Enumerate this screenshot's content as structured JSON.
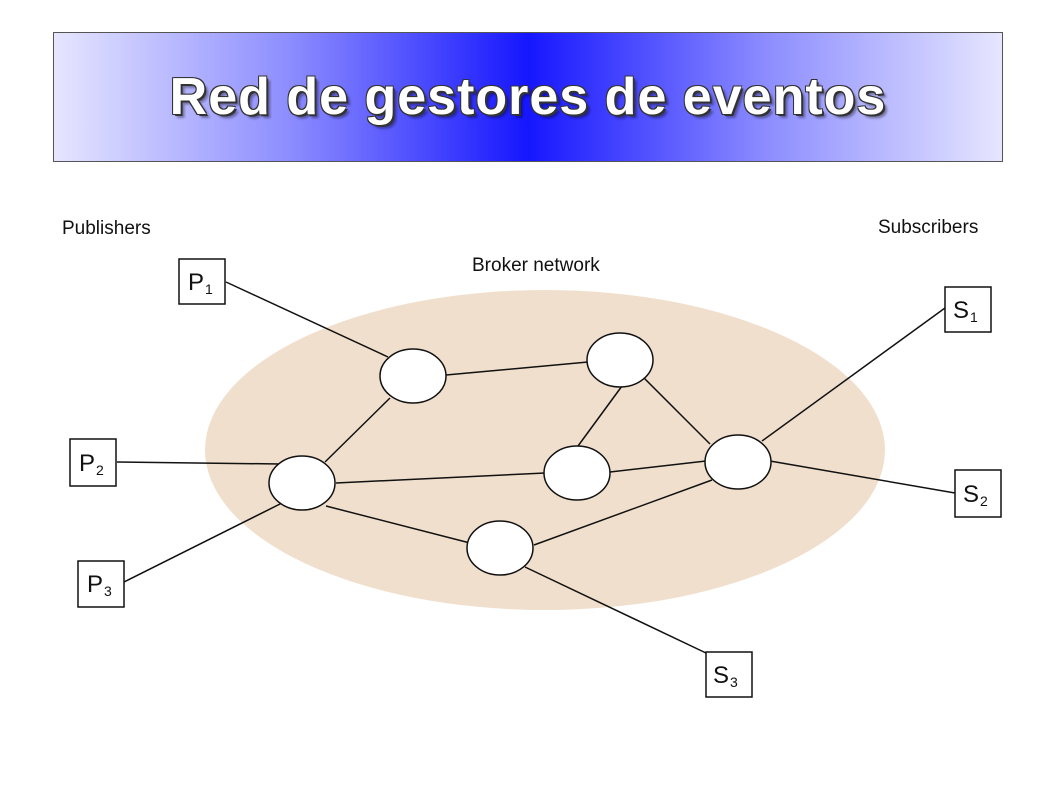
{
  "slide": {
    "title": "Red de gestores de eventos"
  },
  "diagram": {
    "labels": {
      "publishers": "Publishers",
      "subscribers": "Subscribers",
      "broker_network": "Broker network"
    },
    "publishers": [
      {
        "letter": "P",
        "index": "1"
      },
      {
        "letter": "P",
        "index": "2"
      },
      {
        "letter": "P",
        "index": "3"
      }
    ],
    "subscribers": [
      {
        "letter": "S",
        "index": "1"
      },
      {
        "letter": "S",
        "index": "2"
      },
      {
        "letter": "S",
        "index": "3"
      }
    ],
    "colors": {
      "cloud": "#f0dfcc",
      "node_fill": "#ffffff",
      "stroke": "#111111",
      "title_center": "#1616ff",
      "title_edge": "#e6e6ff"
    }
  }
}
